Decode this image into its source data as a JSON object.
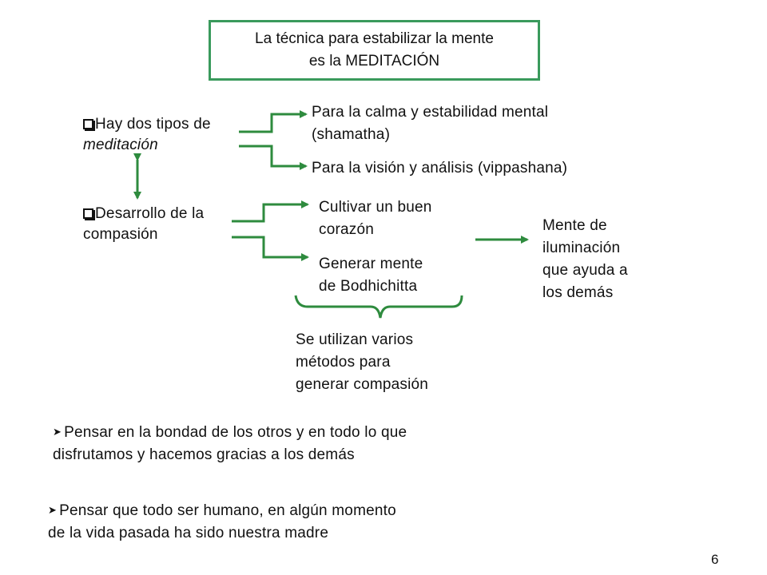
{
  "title_box": {
    "line1": "La técnica para estabilizar la mente",
    "line2": "es la MEDITACIÓN"
  },
  "left": {
    "item1": {
      "prefix": "Hay dos tipos de ",
      "emph": "meditación"
    },
    "item2": {
      "text": "Desarrollo de la compasión"
    }
  },
  "meditation_types": {
    "type1_line1": "Para la calma y estabilidad mental",
    "type1_line2": "(shamatha)",
    "type2": "Para la visión y análisis (vippashana)"
  },
  "compassion": {
    "c1_line1": "Cultivar un buen",
    "c1_line2": "corazón",
    "c2_line1": "Generar mente",
    "c2_line2": "de Bodhichitta"
  },
  "result": {
    "line1": "Mente de",
    "line2": "iluminación",
    "line3": "que ayuda a",
    "line4": "los demás"
  },
  "methods": {
    "line1": "Se utilizan varios",
    "line2": "métodos para",
    "line3": "generar compasión"
  },
  "bullets": {
    "b1_line1": "Pensar en la bondad de los otros y en todo lo que",
    "b1_line2": "disfrutamos y hacemos gracias a los demás",
    "b2_line1": "Pensar que todo ser humano, en algún momento",
    "b2_line2": "de la vida pasada ha sido nuestra madre"
  },
  "page_number": "6",
  "colors": {
    "accent_green": "#3a9a5c",
    "arrow_green": "#2e8b3e"
  }
}
